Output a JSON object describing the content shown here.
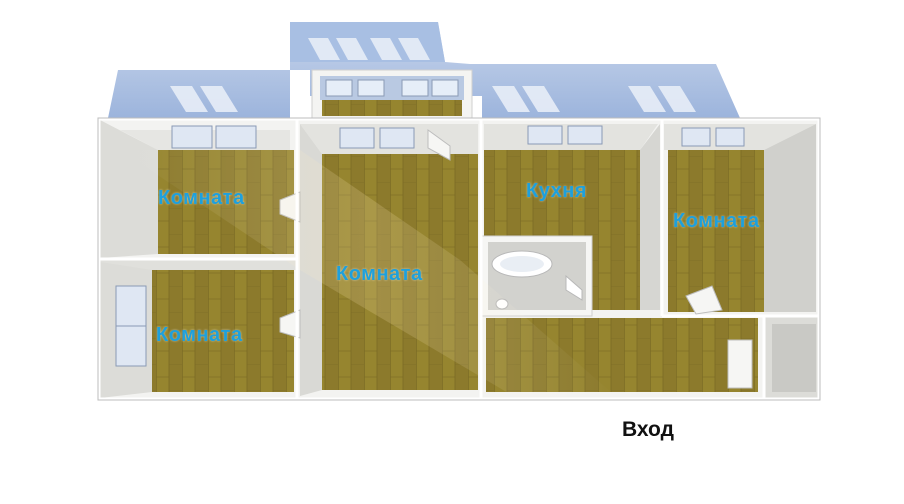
{
  "rooms": {
    "top_left": "Комната",
    "bottom_left": "Комната",
    "center": "Комната",
    "kitchen": "Кухня",
    "right": "Комната"
  },
  "entrance": "Вход",
  "colors": {
    "label": "#1ea0dc",
    "floor": "#8a7a2a",
    "wall": "#f2f2ef",
    "roof": "#9fb8dd"
  }
}
